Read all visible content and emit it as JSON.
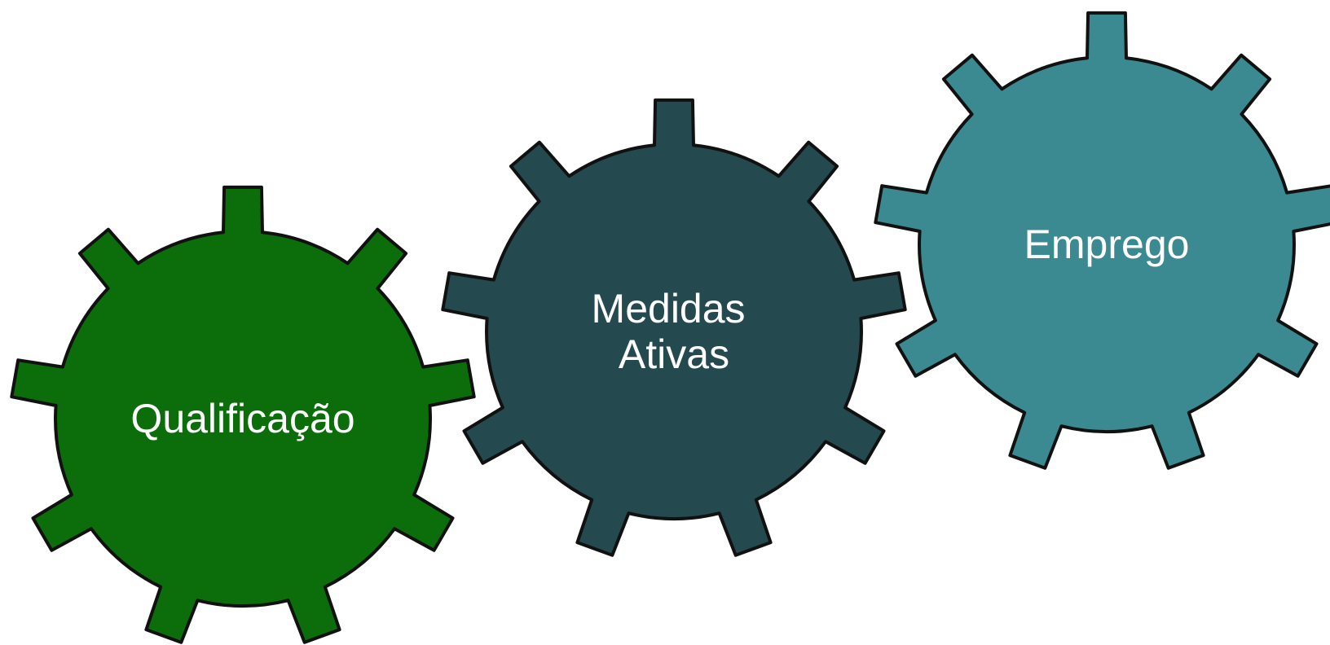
{
  "gears": [
    {
      "id": "qualificacao",
      "label_lines": [
        "Qualificação"
      ],
      "color": "#0b6e0b"
    },
    {
      "id": "medidas-ativas",
      "label_lines": [
        "Medidas",
        "Ativas"
      ],
      "color": "#244a50"
    },
    {
      "id": "emprego",
      "label_lines": [
        "Emprego"
      ],
      "color": "#3c8a91"
    }
  ],
  "stroke_color": "#111111",
  "label_color": "#ffffff"
}
